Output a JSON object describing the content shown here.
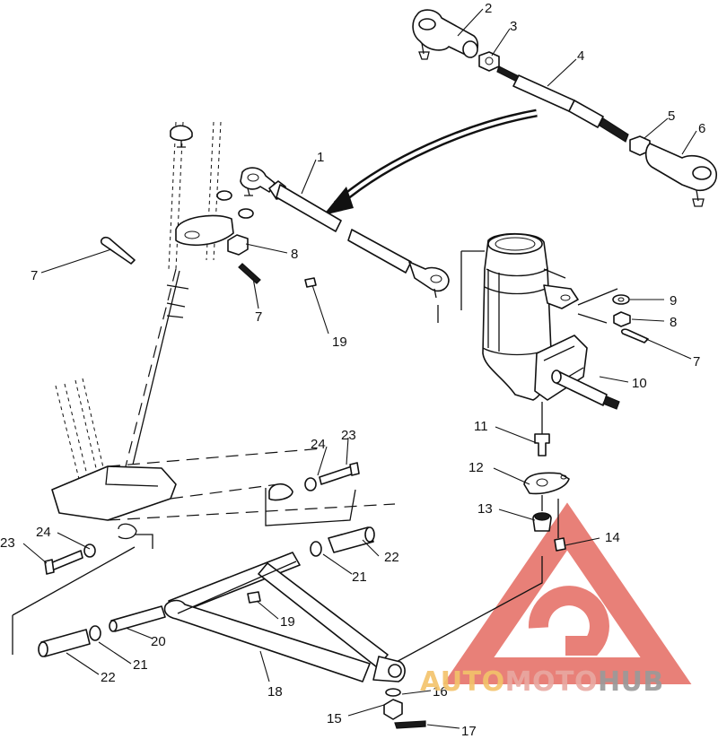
{
  "callouts": {
    "c1": "1",
    "c2": "2",
    "c3": "3",
    "c4": "4",
    "c5": "5",
    "c6": "6",
    "c7a": "7",
    "c7b": "7",
    "c7c": "7",
    "c8a": "8",
    "c8b": "8",
    "c9": "9",
    "c10": "10",
    "c11": "11",
    "c12": "12",
    "c13": "13",
    "c14": "14",
    "c15": "15",
    "c16": "16",
    "c17": "17",
    "c18": "18",
    "c19a": "19",
    "c19b": "19",
    "c20": "20",
    "c21a": "21",
    "c21b": "21",
    "c22a": "22",
    "c22b": "22",
    "c23a": "23",
    "c23b": "23",
    "c24a": "24",
    "c24b": "24"
  },
  "watermark": {
    "part1": "AUTO",
    "part2": "MOTO",
    "part3": "HUB",
    "color_auto": "#f3c36a",
    "color_moto": "#e8a9a2",
    "color_hub": "#9a9a9a",
    "color_triangle": "#e46a61"
  }
}
